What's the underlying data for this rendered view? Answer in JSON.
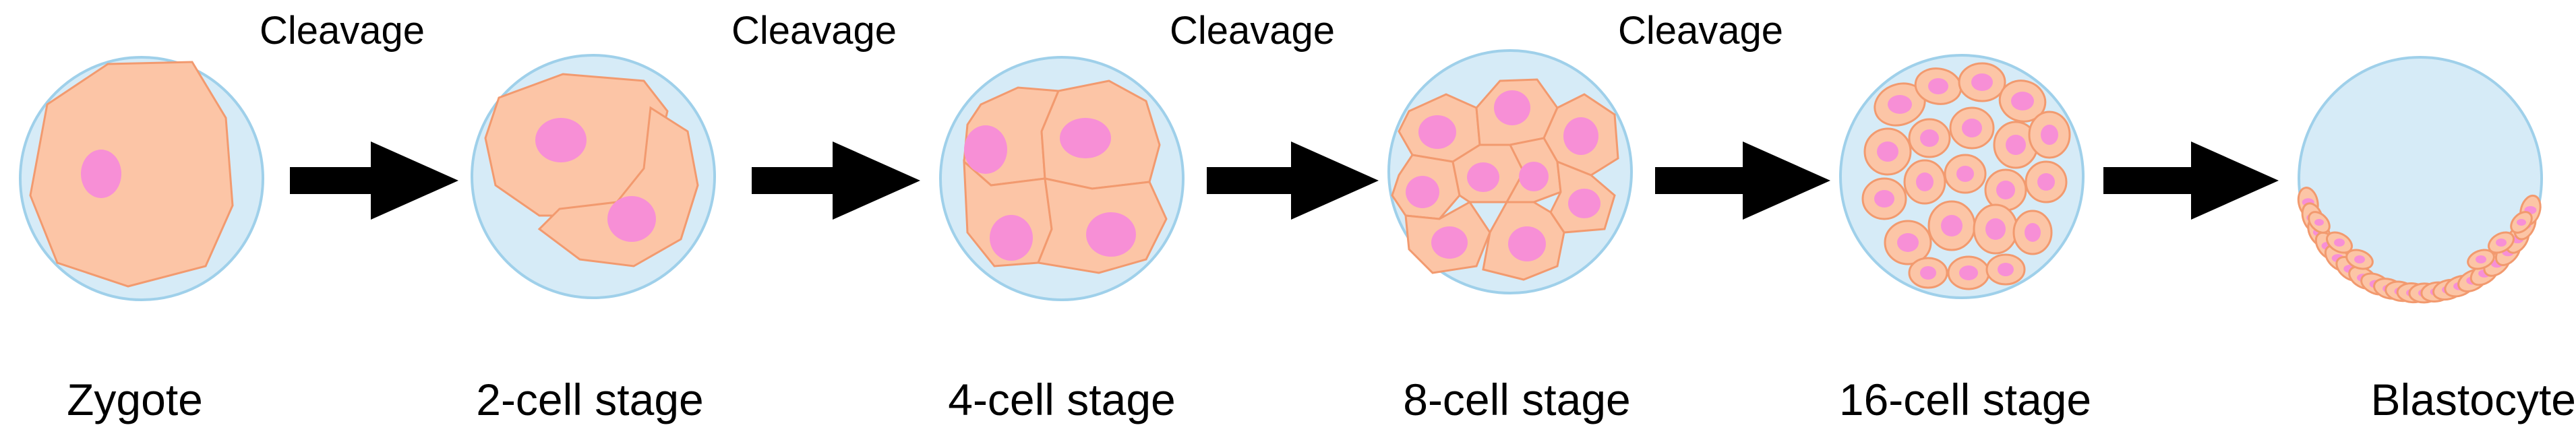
{
  "stages": [
    "Zygote",
    "2-cell stage",
    "4-cell stage",
    "8-cell stage",
    "16-cell stage",
    "Blastocyte"
  ],
  "transitions": [
    "Cleavage",
    "Cleavage",
    "Cleavage",
    "Cleavage",
    ""
  ],
  "colors": {
    "zona": "#d6ebf7",
    "zona_stroke": "#9fd0ea",
    "cell": "#fcc5a6",
    "cell_stroke": "#f29a6f",
    "nucleus": "#f78fd6",
    "arrow": "#000000"
  }
}
